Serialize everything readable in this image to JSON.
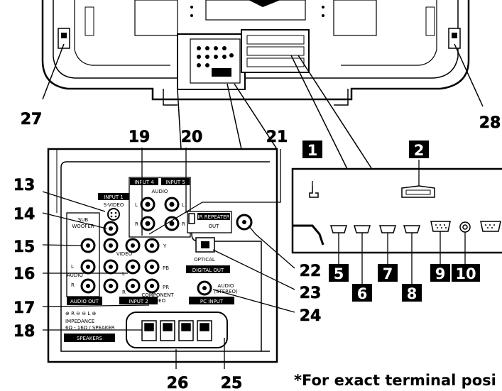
{
  "callouts": {
    "n1": "1",
    "n2": "2",
    "n5": "5",
    "n6": "6",
    "n7": "7",
    "n8": "8",
    "n9": "9",
    "n10": "10",
    "n13": "13",
    "n14": "14",
    "n15": "15",
    "n16": "16",
    "n17": "17",
    "n18": "18",
    "n19": "19",
    "n20": "20",
    "n21": "21",
    "n22": "22",
    "n23": "23",
    "n24": "24",
    "n25": "25",
    "n26": "26",
    "n27": "27",
    "n28": "28"
  },
  "panel": {
    "input4": "INPUT 4",
    "input5": "INPUT 5",
    "audio": "AUDIO",
    "input1": "INPUT 1",
    "svideo": "S-VIDEO",
    "sub": "SUB",
    "woofer": "WOOFER",
    "ir_repeater": "IR REPEATER",
    "out": "OUT",
    "optical": "OPTICAL",
    "digital_out": "DIGITAL OUT",
    "audio_out": "AUDIO OUT",
    "audio_stereo_1": "AUDIO",
    "audio_stereo_2": "(STEREO)",
    "pc_input": "PC INPUT",
    "input2": "INPUT 2",
    "component": "COMPONENT",
    "video": "VIDEO",
    "video_small": "VIDEO",
    "impedance": "IMPEDANCE",
    "impedance_val": "6Ω - 16Ω / SPEAKER",
    "speakers": "SPEAKERS",
    "L": "L",
    "R": "R",
    "Y": "Y",
    "Pb": "PB",
    "Pr": "PR",
    "audio_label": "AUDIO"
  },
  "footnote": "*For exact terminal posi"
}
